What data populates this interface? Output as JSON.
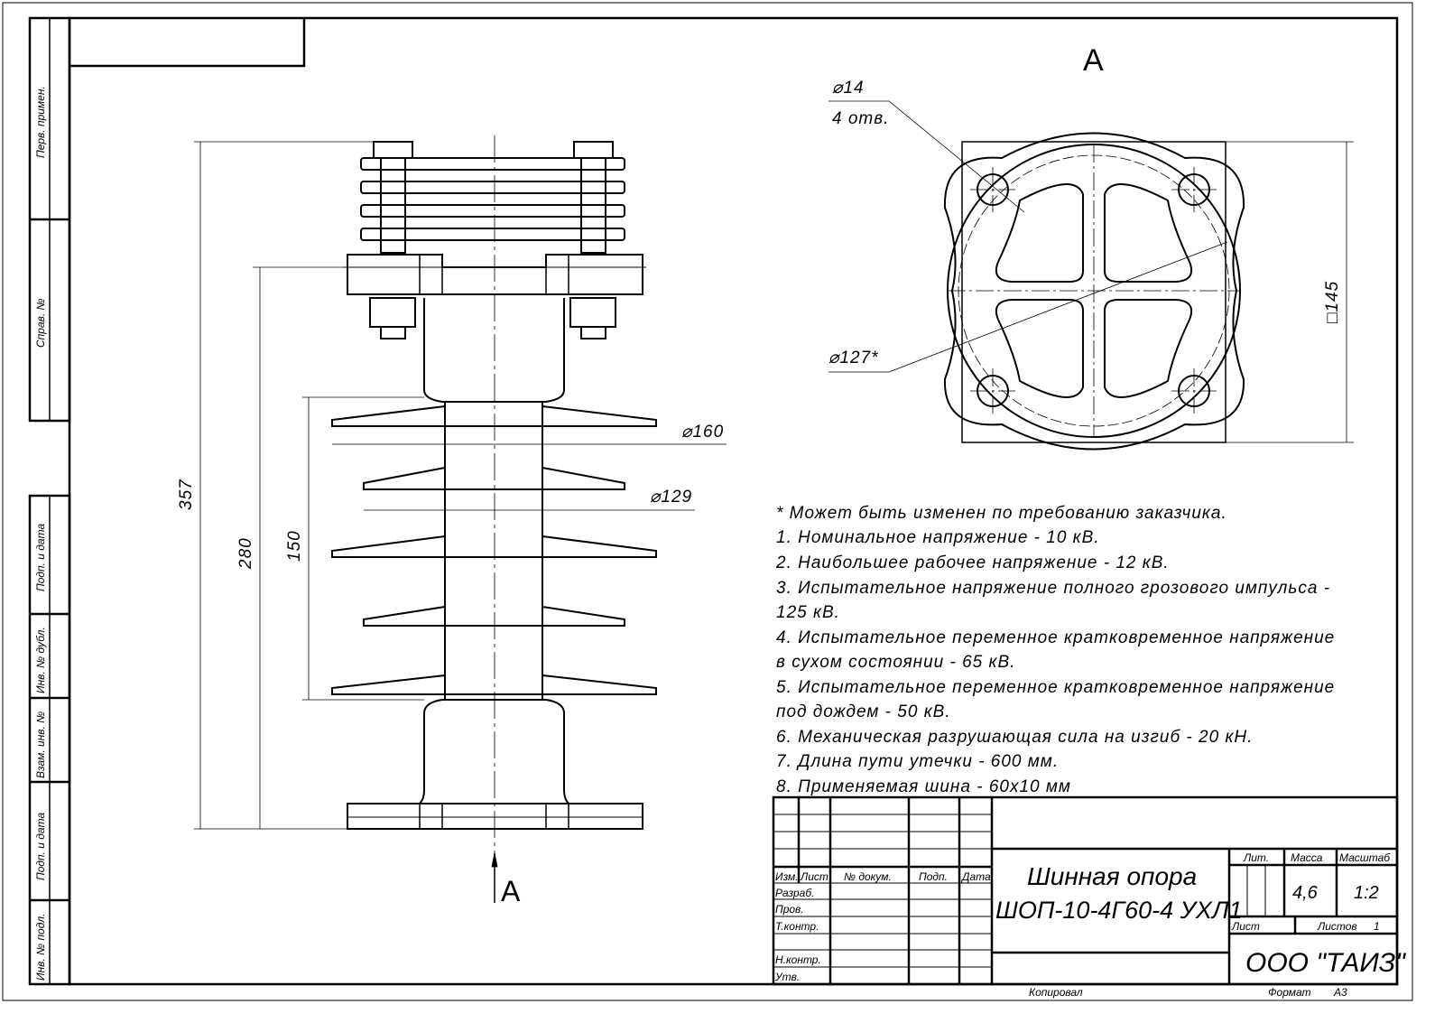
{
  "side_stamp": {
    "perv_primen": "Перв. примен.",
    "sprav_no": "Справ. №",
    "podp_data_1": "Подп. и дата",
    "inv_dubl": "Инв. № дубл.",
    "vzam_inv": "Взам. инв. №",
    "podp_data_2": "Подп. и дата",
    "inv_podl": "Инв. № подл."
  },
  "front_view": {
    "dim_357": "357",
    "dim_280": "280",
    "dim_150": "150",
    "dim_160": "⌀160",
    "dim_129": "⌀129",
    "section_mark": "A"
  },
  "view_a": {
    "title": "A",
    "hole_dia": "⌀14",
    "hole_count": "4 отв.",
    "circle_dia": "⌀127*",
    "square_size": "□145"
  },
  "notes": [
    "* Может быть изменен по требованию заказчика.",
    "1. Номинальное напряжение - 10 кВ.",
    "2. Наибольшее рабочее напряжение - 12 кВ.",
    "3. Испытательное напряжение полного грозового импульса -",
    "125 кВ.",
    "4. Испытательное переменное кратковременное напряжение",
    "в сухом состоянии - 65 кВ.",
    "5. Испытательное переменное кратковременное напряжение",
    "под дождем - 50 кВ.",
    "6. Механическая разрушающая сила на изгиб - 20 кН.",
    "7. Длина пути утечки - 600 мм.",
    "8. Применяемая шина - 60х10 мм"
  ],
  "title_block": {
    "izm": "Изм.",
    "list": "Лист",
    "doc_no": "№ докум.",
    "podp": "Подп.",
    "data": "Дата",
    "razrab": "Разраб.",
    "prov": "Пров.",
    "tkontr": "Т.контр.",
    "nkontr": "Н.контр.",
    "utv": "Утв.",
    "name_line1": "Шинная опора",
    "name_line2": "ШОП-10-4Г60-4 УХЛ1",
    "lit": "Лит.",
    "massa": "Масса",
    "masshtab": "Масштаб",
    "massa_value": "4,6",
    "masshtab_value": "1:2",
    "sheet": "Лист",
    "sheets": "Листов",
    "sheets_value": "1",
    "company": "ООО \"ТАИЗ\""
  },
  "footer": {
    "copied": "Копировал",
    "format": "Формат",
    "format_value": "А3"
  }
}
